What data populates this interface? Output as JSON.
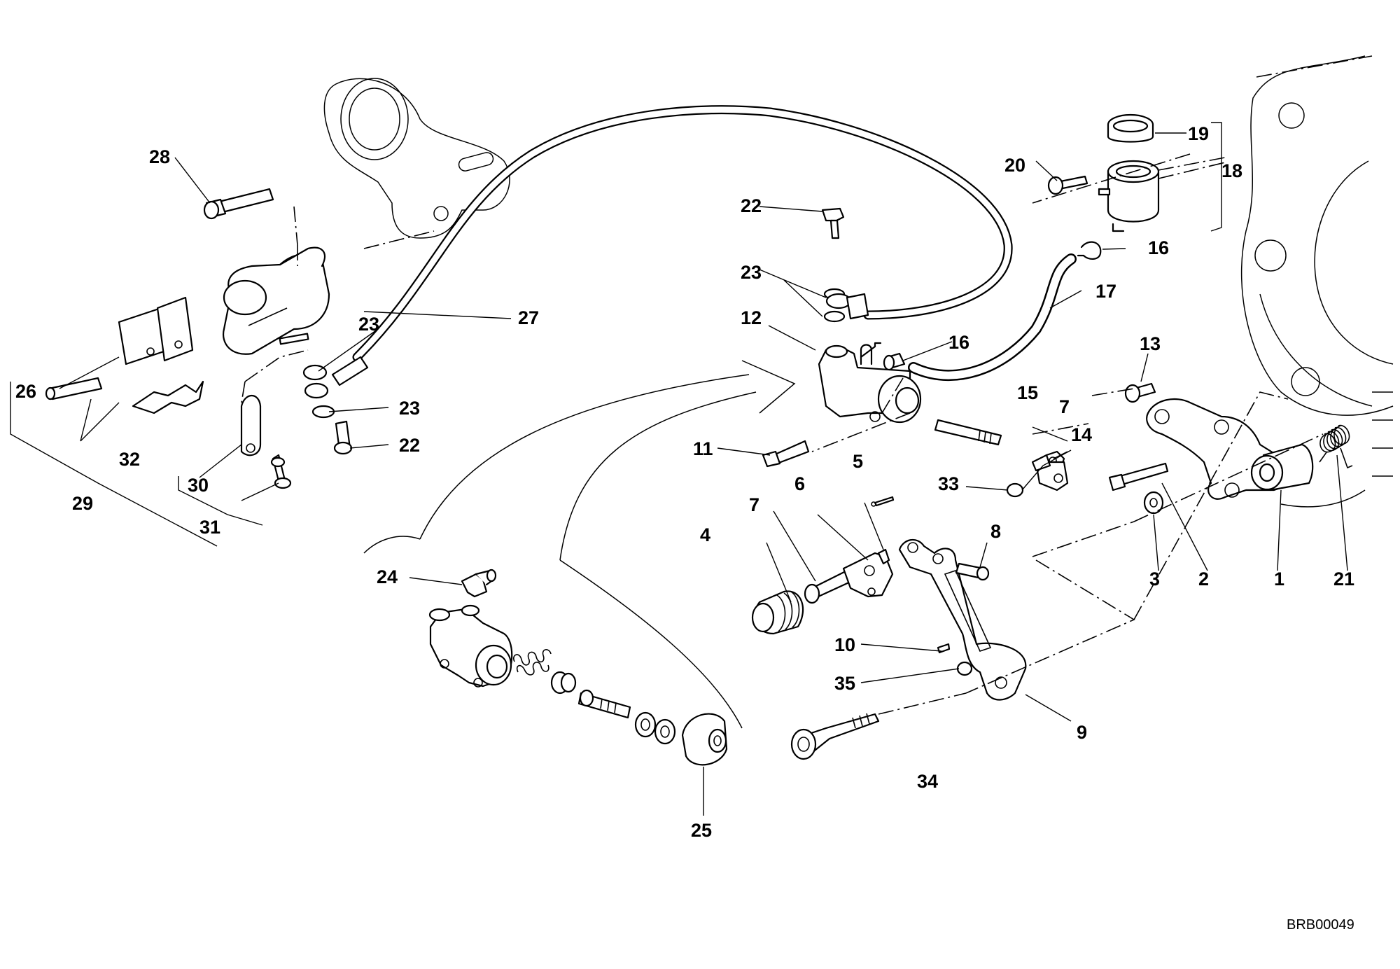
{
  "diagram": {
    "code": "BRB00049",
    "labels": {
      "l1": "1",
      "l2": "2",
      "l3": "3",
      "l4": "4",
      "l5": "5",
      "l6": "6",
      "l7a": "7",
      "l7b": "7",
      "l8": "8",
      "l9": "9",
      "l10": "10",
      "l11": "11",
      "l12": "12",
      "l13": "13",
      "l14": "14",
      "l15": "15",
      "l16a": "16",
      "l16b": "16",
      "l17": "17",
      "l18": "18",
      "l19": "19",
      "l20": "20",
      "l21": "21",
      "l22a": "22",
      "l22b": "22",
      "l23a": "23",
      "l23b": "23",
      "l23c": "23",
      "l24": "24",
      "l25": "25",
      "l26": "26",
      "l27": "27",
      "l28": "28",
      "l29": "29",
      "l30": "30",
      "l31": "31",
      "l32": "32",
      "l33": "33",
      "l34": "34",
      "l35": "35"
    }
  }
}
